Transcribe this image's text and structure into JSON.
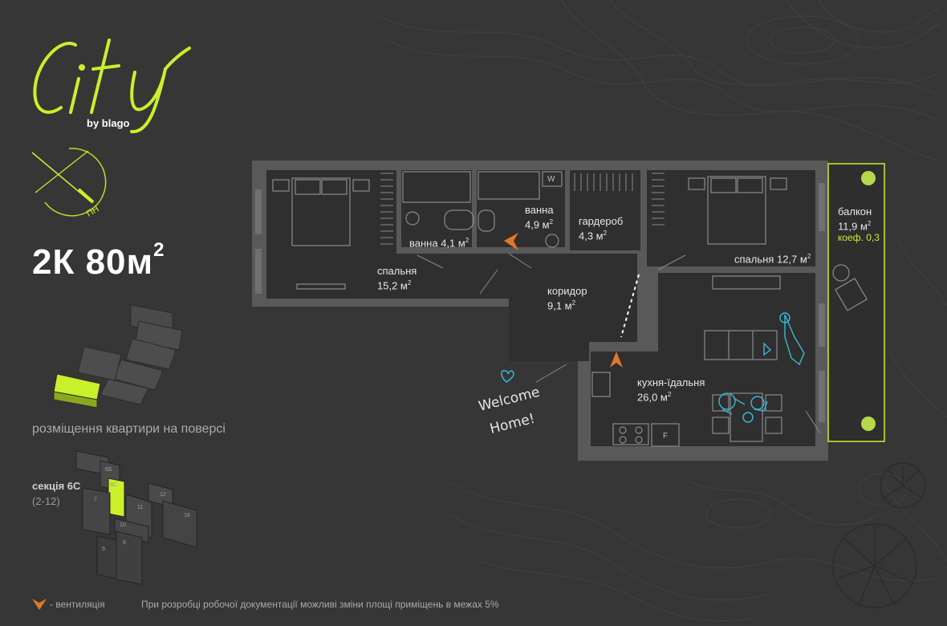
{
  "brand": {
    "logo_script": "City",
    "logo_sub": "by blago"
  },
  "compass": {
    "label": "ПН"
  },
  "apartment": {
    "type": "2К",
    "area_value": "80м",
    "area_unit_sup": "2"
  },
  "floor_caption": "розміщення квартири на поверсі",
  "section": {
    "label": "секція 6С",
    "floors": "(2-12)",
    "buildings": [
      "6Б",
      "6С",
      "7",
      "11",
      "12",
      "10",
      "18",
      "9",
      "8"
    ]
  },
  "rooms": {
    "bedroom1": {
      "name": "спальня",
      "area": "15,2 м",
      "sup": "2"
    },
    "bath1": {
      "name": "ванна 4,1 м",
      "sup": "2"
    },
    "bath2": {
      "name": "ванна",
      "area": "4,9 м",
      "sup": "2"
    },
    "wardrobe": {
      "name": "гардероб",
      "area": "4,3 м",
      "sup": "2"
    },
    "bedroom2": {
      "name": "спальня 12,7 м",
      "sup": "2"
    },
    "balcony": {
      "name": "балкон",
      "area": "11,9 м",
      "sup": "2",
      "coef": "коеф. 0,3"
    },
    "corridor": {
      "name": "коридор",
      "area": "9,1 м",
      "sup": "2"
    },
    "kitchen": {
      "name": "кухня-їдальня",
      "area": "26,0 м",
      "sup": "2"
    }
  },
  "appliance_labels": {
    "washer": "W",
    "fridge": "F"
  },
  "welcome": {
    "line1": "Welcome",
    "line2": "Home!"
  },
  "footer": {
    "ventilation": "- вентиляція",
    "note": "При розробці робочої документації можливі зміни площі приміщень в межах 5%"
  },
  "colors": {
    "background": "#363636",
    "accent": "#c9f02a",
    "wall": "#5a5a5a",
    "floor": "#303030",
    "vent_marker": "#e0782a",
    "furniture_person": "#3ab6d8"
  }
}
